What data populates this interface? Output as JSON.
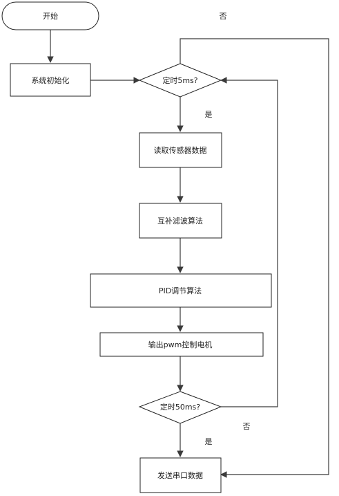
{
  "nodes": {
    "start": "开始",
    "init": "系统初始化",
    "timer5": "定时5ms?",
    "read": "读取传感器数据",
    "filter": "互补滤波算法",
    "pid": "PID调节算法",
    "pwm": "输出pwm控制电机",
    "timer50": "定时50ms?",
    "serial": "发送串口数据"
  },
  "edge_labels": {
    "timer5_no": "否",
    "timer5_yes": "是",
    "timer50_no": "否",
    "timer50_yes": "是"
  }
}
